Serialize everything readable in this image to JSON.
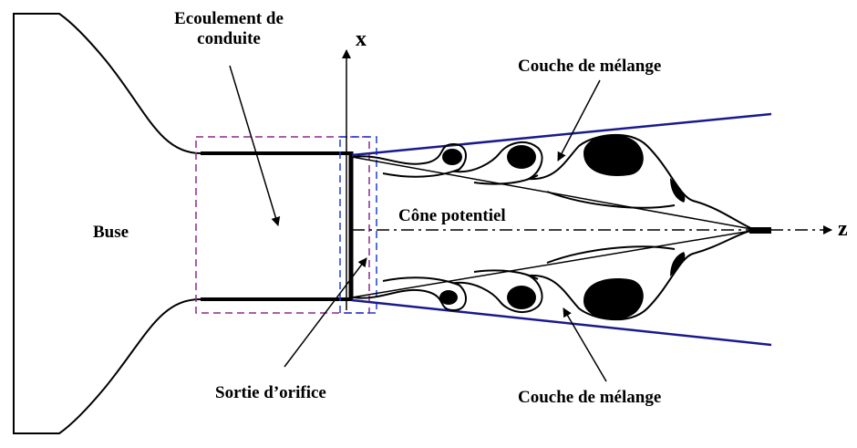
{
  "labels": {
    "ecoulement_line1": "Ecoulement de",
    "ecoulement_line2": "conduite",
    "couche_top": "Couche de mélange",
    "couche_bottom": "Couche de mélange",
    "buse": "Buse",
    "cone": "Cône potentiel",
    "sortie": "Sortie d’orifice",
    "axis_x": "x",
    "axis_z": "z"
  },
  "colors": {
    "outline": "#000000",
    "shear_boundary": "#1a1a8c",
    "duct_box": "#8b2a8b",
    "exit_box": "#1f3fd6"
  }
}
